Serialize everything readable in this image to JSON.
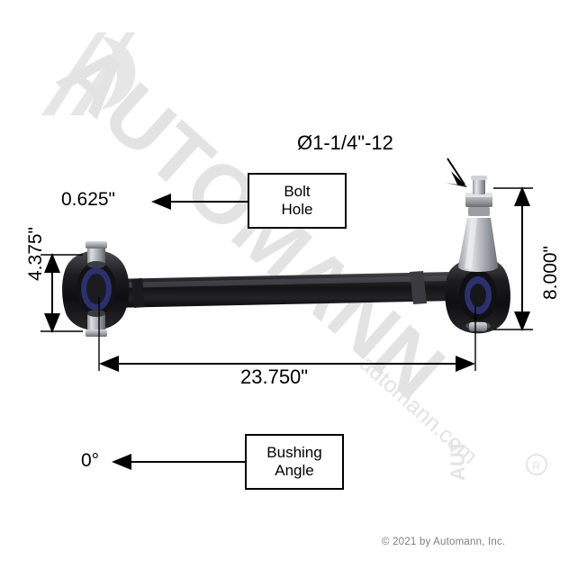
{
  "document": {
    "type": "technical-dimension-drawing",
    "product": "torque rod / radius rod assembly",
    "copyright": "© 2021 by Automann, Inc."
  },
  "watermarks": {
    "logo_mark": "automann-logo-mark",
    "diagonal_text": "AUTOMANN",
    "url_text": "automann.com",
    "badge_text": "AUT"
  },
  "dimensions": {
    "thread": "Ø1-1/4\"-12",
    "bolt_offset": "0.625\"",
    "left_height": "4.375\"",
    "right_height": "8.000\"",
    "length": "23.750\"",
    "bushing_angle": "0°"
  },
  "callouts": [
    {
      "name": "bolt-hole",
      "line1": "Bolt",
      "line2": "Hole"
    },
    {
      "name": "bushing-angle",
      "line1": "Bushing",
      "line2": "Angle"
    }
  ]
}
